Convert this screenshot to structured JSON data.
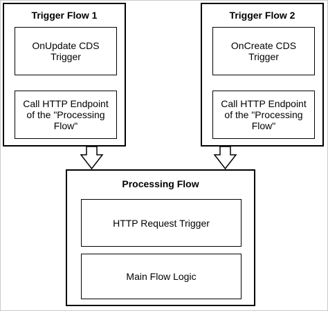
{
  "trigger_flow_1": {
    "title": "Trigger Flow 1",
    "box_top": "OnUpdate CDS Trigger",
    "box_bottom": "Call HTTP Endpoint of the \"Processing Flow\""
  },
  "trigger_flow_2": {
    "title": "Trigger Flow 2",
    "box_top": "OnCreate CDS Trigger",
    "box_bottom": "Call HTTP Endpoint of the \"Processing Flow\""
  },
  "processing_flow": {
    "title": "Processing Flow",
    "box_top": "HTTP Request Trigger",
    "box_bottom": "Main Flow Logic"
  },
  "arrows": [
    {
      "from": "trigger_flow_1",
      "to": "processing_flow"
    },
    {
      "from": "trigger_flow_2",
      "to": "processing_flow"
    }
  ]
}
